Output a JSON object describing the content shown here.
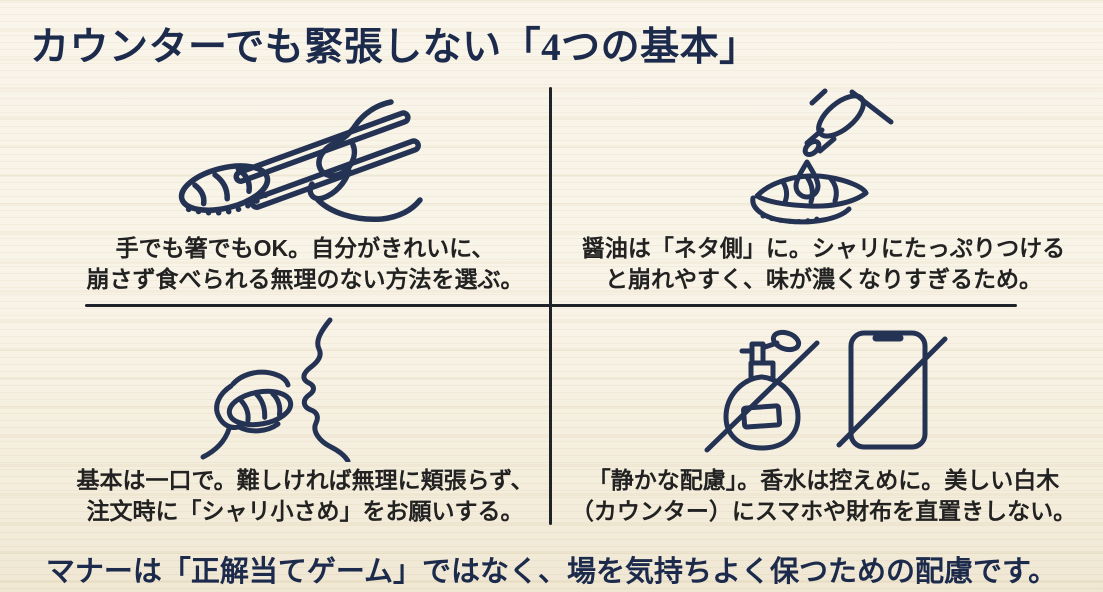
{
  "title": "カウンターでも緊張しない「4つの基本」",
  "footer": "マナーは「正解当てゲーム」ではなく、場を気持ちよく保つための配慮です。",
  "colors": {
    "background": "#f8f3e6",
    "title_navy": "#1c2a4c",
    "body_text": "#222222",
    "icon_ink": "#243253",
    "divider": "#20222a"
  },
  "quadrants": [
    {
      "topic": "how-to-eat-hand-or-chopsticks",
      "icon": "chopsticks-hand-sushi-icon",
      "lines": [
        "手でも箸でもOK。自分がきれいに、",
        "崩さず食べられる無理のない方法を選ぶ。"
      ]
    },
    {
      "topic": "soy-sauce-on-topping-side",
      "icon": "soy-sauce-drip-sushi-icon",
      "lines": [
        "醤油は「ネタ側」に。シャリにたっぷりつける",
        "と崩れやすく、味が濃くなりすぎるため。"
      ]
    },
    {
      "topic": "eat-in-one-bite",
      "icon": "one-bite-eating-icon",
      "lines": [
        "基本は一口で。難しければ無理に頬張らず、",
        "注文時に「シャリ小さめ」をお願いする。"
      ]
    },
    {
      "topic": "quiet-consideration",
      "icon": "no-perfume-no-smartphone-icon",
      "lines": [
        "「静かな配慮」。香水は控えめに。美しい白木",
        "（カウンター）にスマホや財布を直置きしない。"
      ]
    }
  ]
}
